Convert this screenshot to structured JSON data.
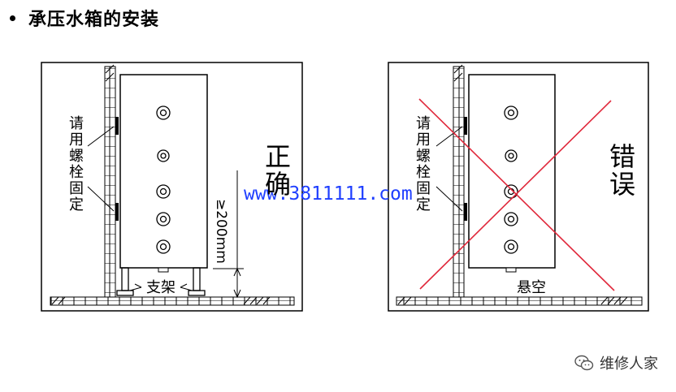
{
  "heading": {
    "text": "承压水箱的安装"
  },
  "left_panel": {
    "side_label": "请用螺栓固定",
    "verdict": "正确",
    "bracket_label": "支架",
    "clearance_label": "≥200mm"
  },
  "right_panel": {
    "side_label": "请用螺栓固定",
    "verdict": "错误",
    "gap_label": "悬空",
    "cross_color": "#e0283b"
  },
  "watermark": {
    "text": "www.3811111.com",
    "color": "#1f3fff"
  },
  "brand": {
    "text": "维修人家",
    "icon": "wechat-icon"
  }
}
